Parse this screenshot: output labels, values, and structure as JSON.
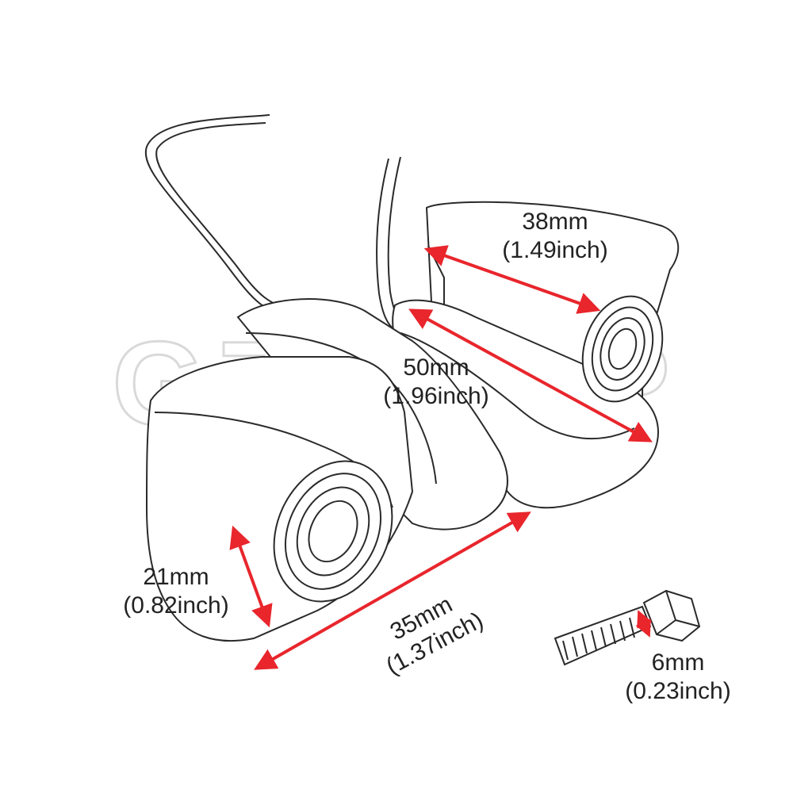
{
  "watermark": {
    "text": "GZSHOP",
    "color": "#d9d9d9"
  },
  "colors": {
    "arrow": "#e8262c",
    "sketch": "#2a2a2a",
    "text": "#222222"
  },
  "dimensions": {
    "depth": {
      "mm": "38mm",
      "inch": "(1.49inch)"
    },
    "diagonal": {
      "mm": "50mm",
      "inch": "(1.96inch)"
    },
    "height": {
      "mm": "21mm",
      "inch": "(0.82inch)"
    },
    "length": {
      "mm": "35mm",
      "inch": "(1.37inch)"
    },
    "bolt": {
      "mm": "6mm",
      "inch": "(0.23inch)"
    }
  },
  "icons": [
    "turn-signal-light-left-icon",
    "turn-signal-light-right-icon",
    "mounting-bolt-icon",
    "wire-cable-icon"
  ]
}
